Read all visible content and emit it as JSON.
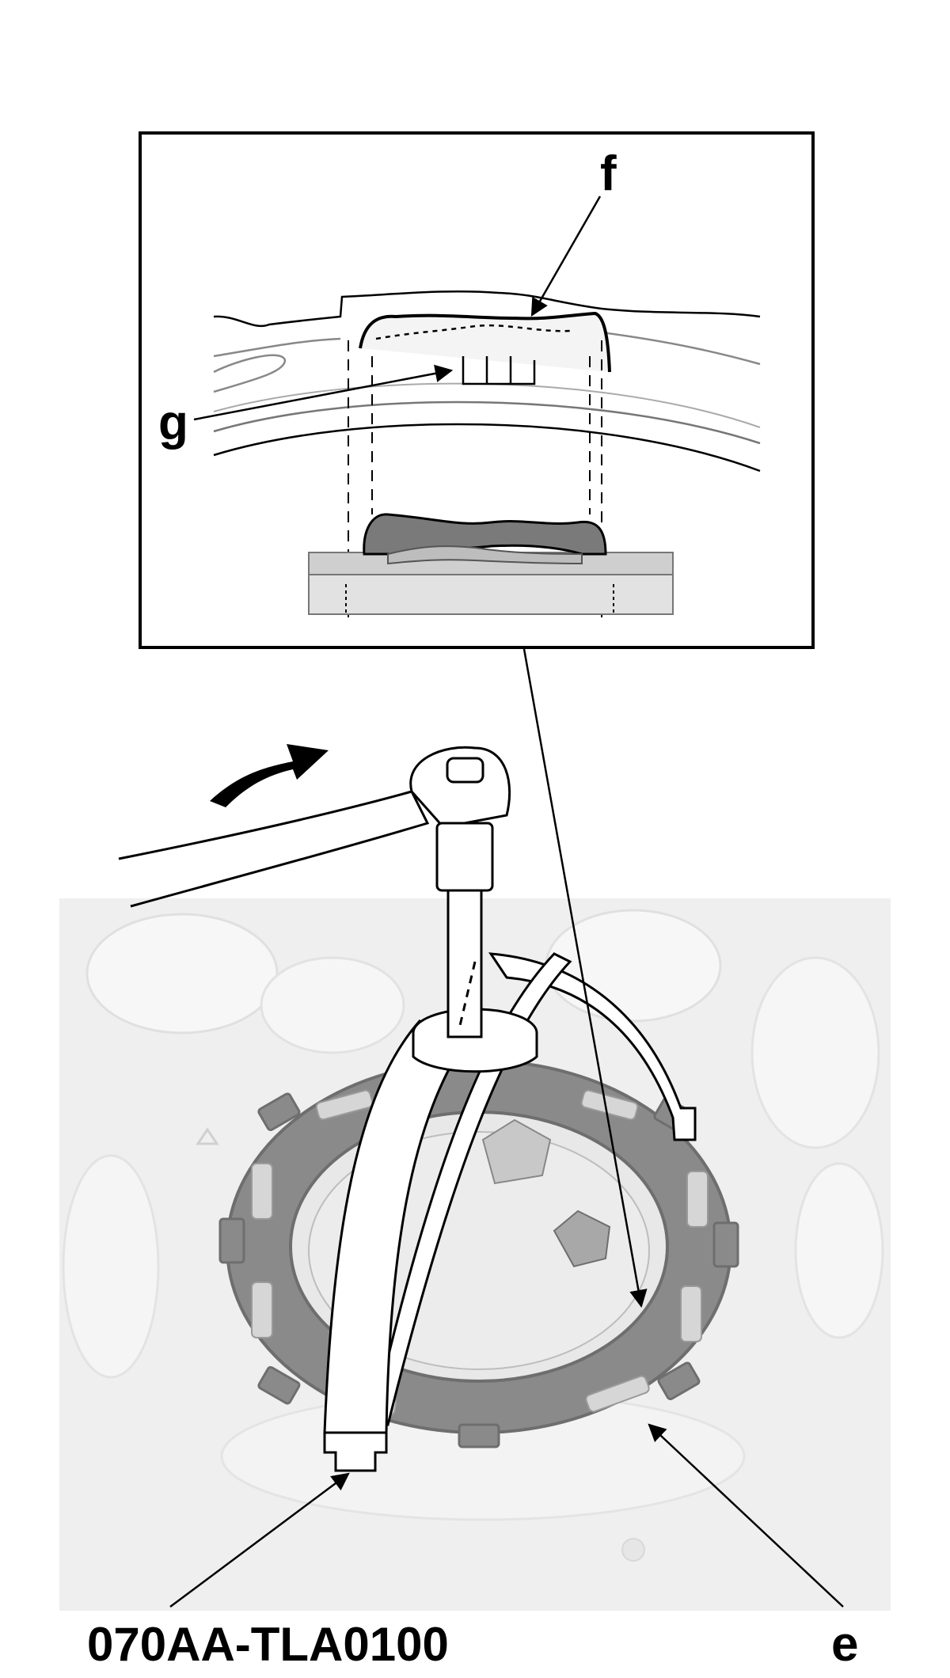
{
  "labels": {
    "f": "f",
    "g": "g",
    "e": "e",
    "tool": "070AA-TLA0100"
  },
  "colors": {
    "background": "#ffffff",
    "line": "#000000",
    "photo_bg": "#ededed",
    "ring": "#8a8a8a",
    "ring_dark": "#6e6e6e",
    "tool_fill": "#ffffff",
    "gasket": "#7a7a7a",
    "inset_band": "#cfcfcf"
  },
  "icons": {
    "rotation_arrow": "curved-arrow-icon"
  }
}
